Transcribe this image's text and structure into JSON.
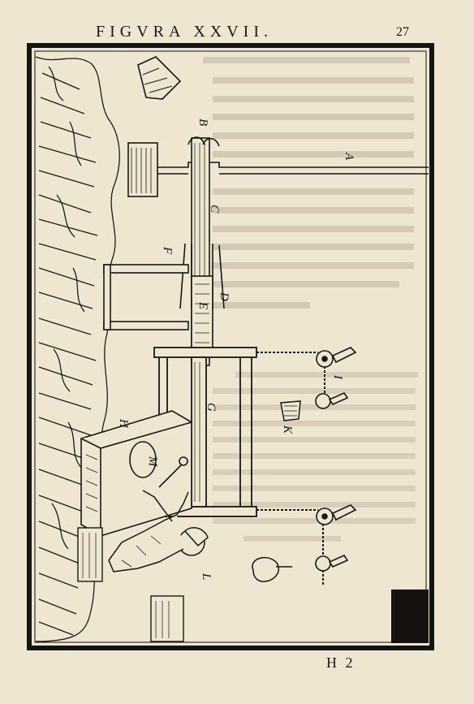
{
  "header": {
    "title": "FIGVRA XXVII.",
    "page_number": "27"
  },
  "footer": {
    "signature": "H 2"
  },
  "plate": {
    "letters": {
      "A": "A",
      "B": "B",
      "C": "C",
      "D": "D",
      "E": "E",
      "F": "F",
      "G": "G",
      "H": "H",
      "I": "I",
      "K": "K",
      "L": "L",
      "M": "M"
    }
  },
  "colors": {
    "paper": "#efe6d2",
    "ink": "#1c1915"
  }
}
